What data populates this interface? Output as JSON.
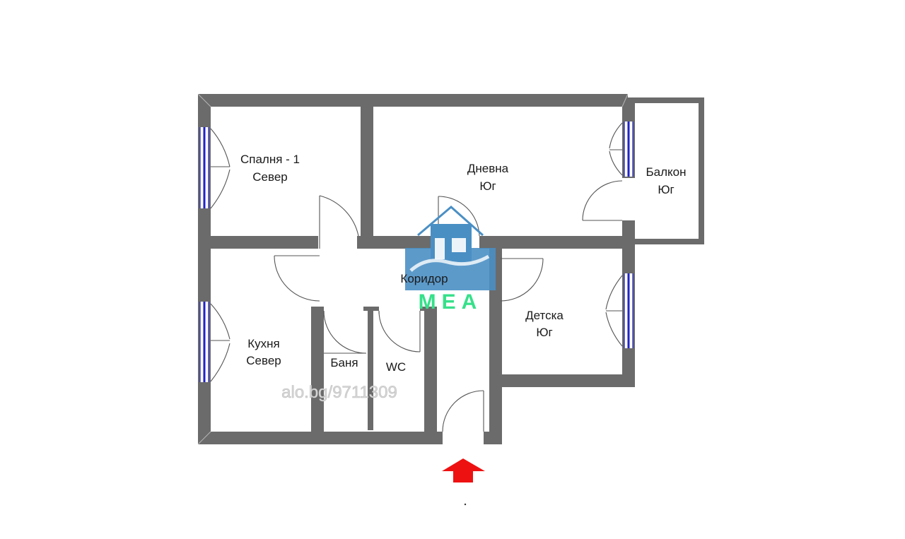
{
  "rooms": {
    "bedroom": {
      "name": "Спалня - 1",
      "orientation": "Север"
    },
    "living": {
      "name": "Дневна",
      "orientation": "Юг"
    },
    "balcony": {
      "name": "Балкон",
      "orientation": "Юг"
    },
    "corridor": {
      "name": "Коридор"
    },
    "kids": {
      "name": "Детска",
      "orientation": "Юг"
    },
    "kitchen": {
      "name": "Кухня",
      "orientation": "Север"
    },
    "bathroom": {
      "name": "Баня"
    },
    "wc": {
      "name": "WC"
    }
  },
  "watermark": {
    "text": "alo.bg/9711309"
  },
  "logo": {
    "text": "MEA"
  },
  "colors": {
    "wall": "#6b6b6b",
    "window": "#1f22c8",
    "door": "#555555",
    "entrance_arrow": "#ee1111",
    "logo_blue": "#4a8fc4",
    "logo_green": "#36e08a"
  }
}
